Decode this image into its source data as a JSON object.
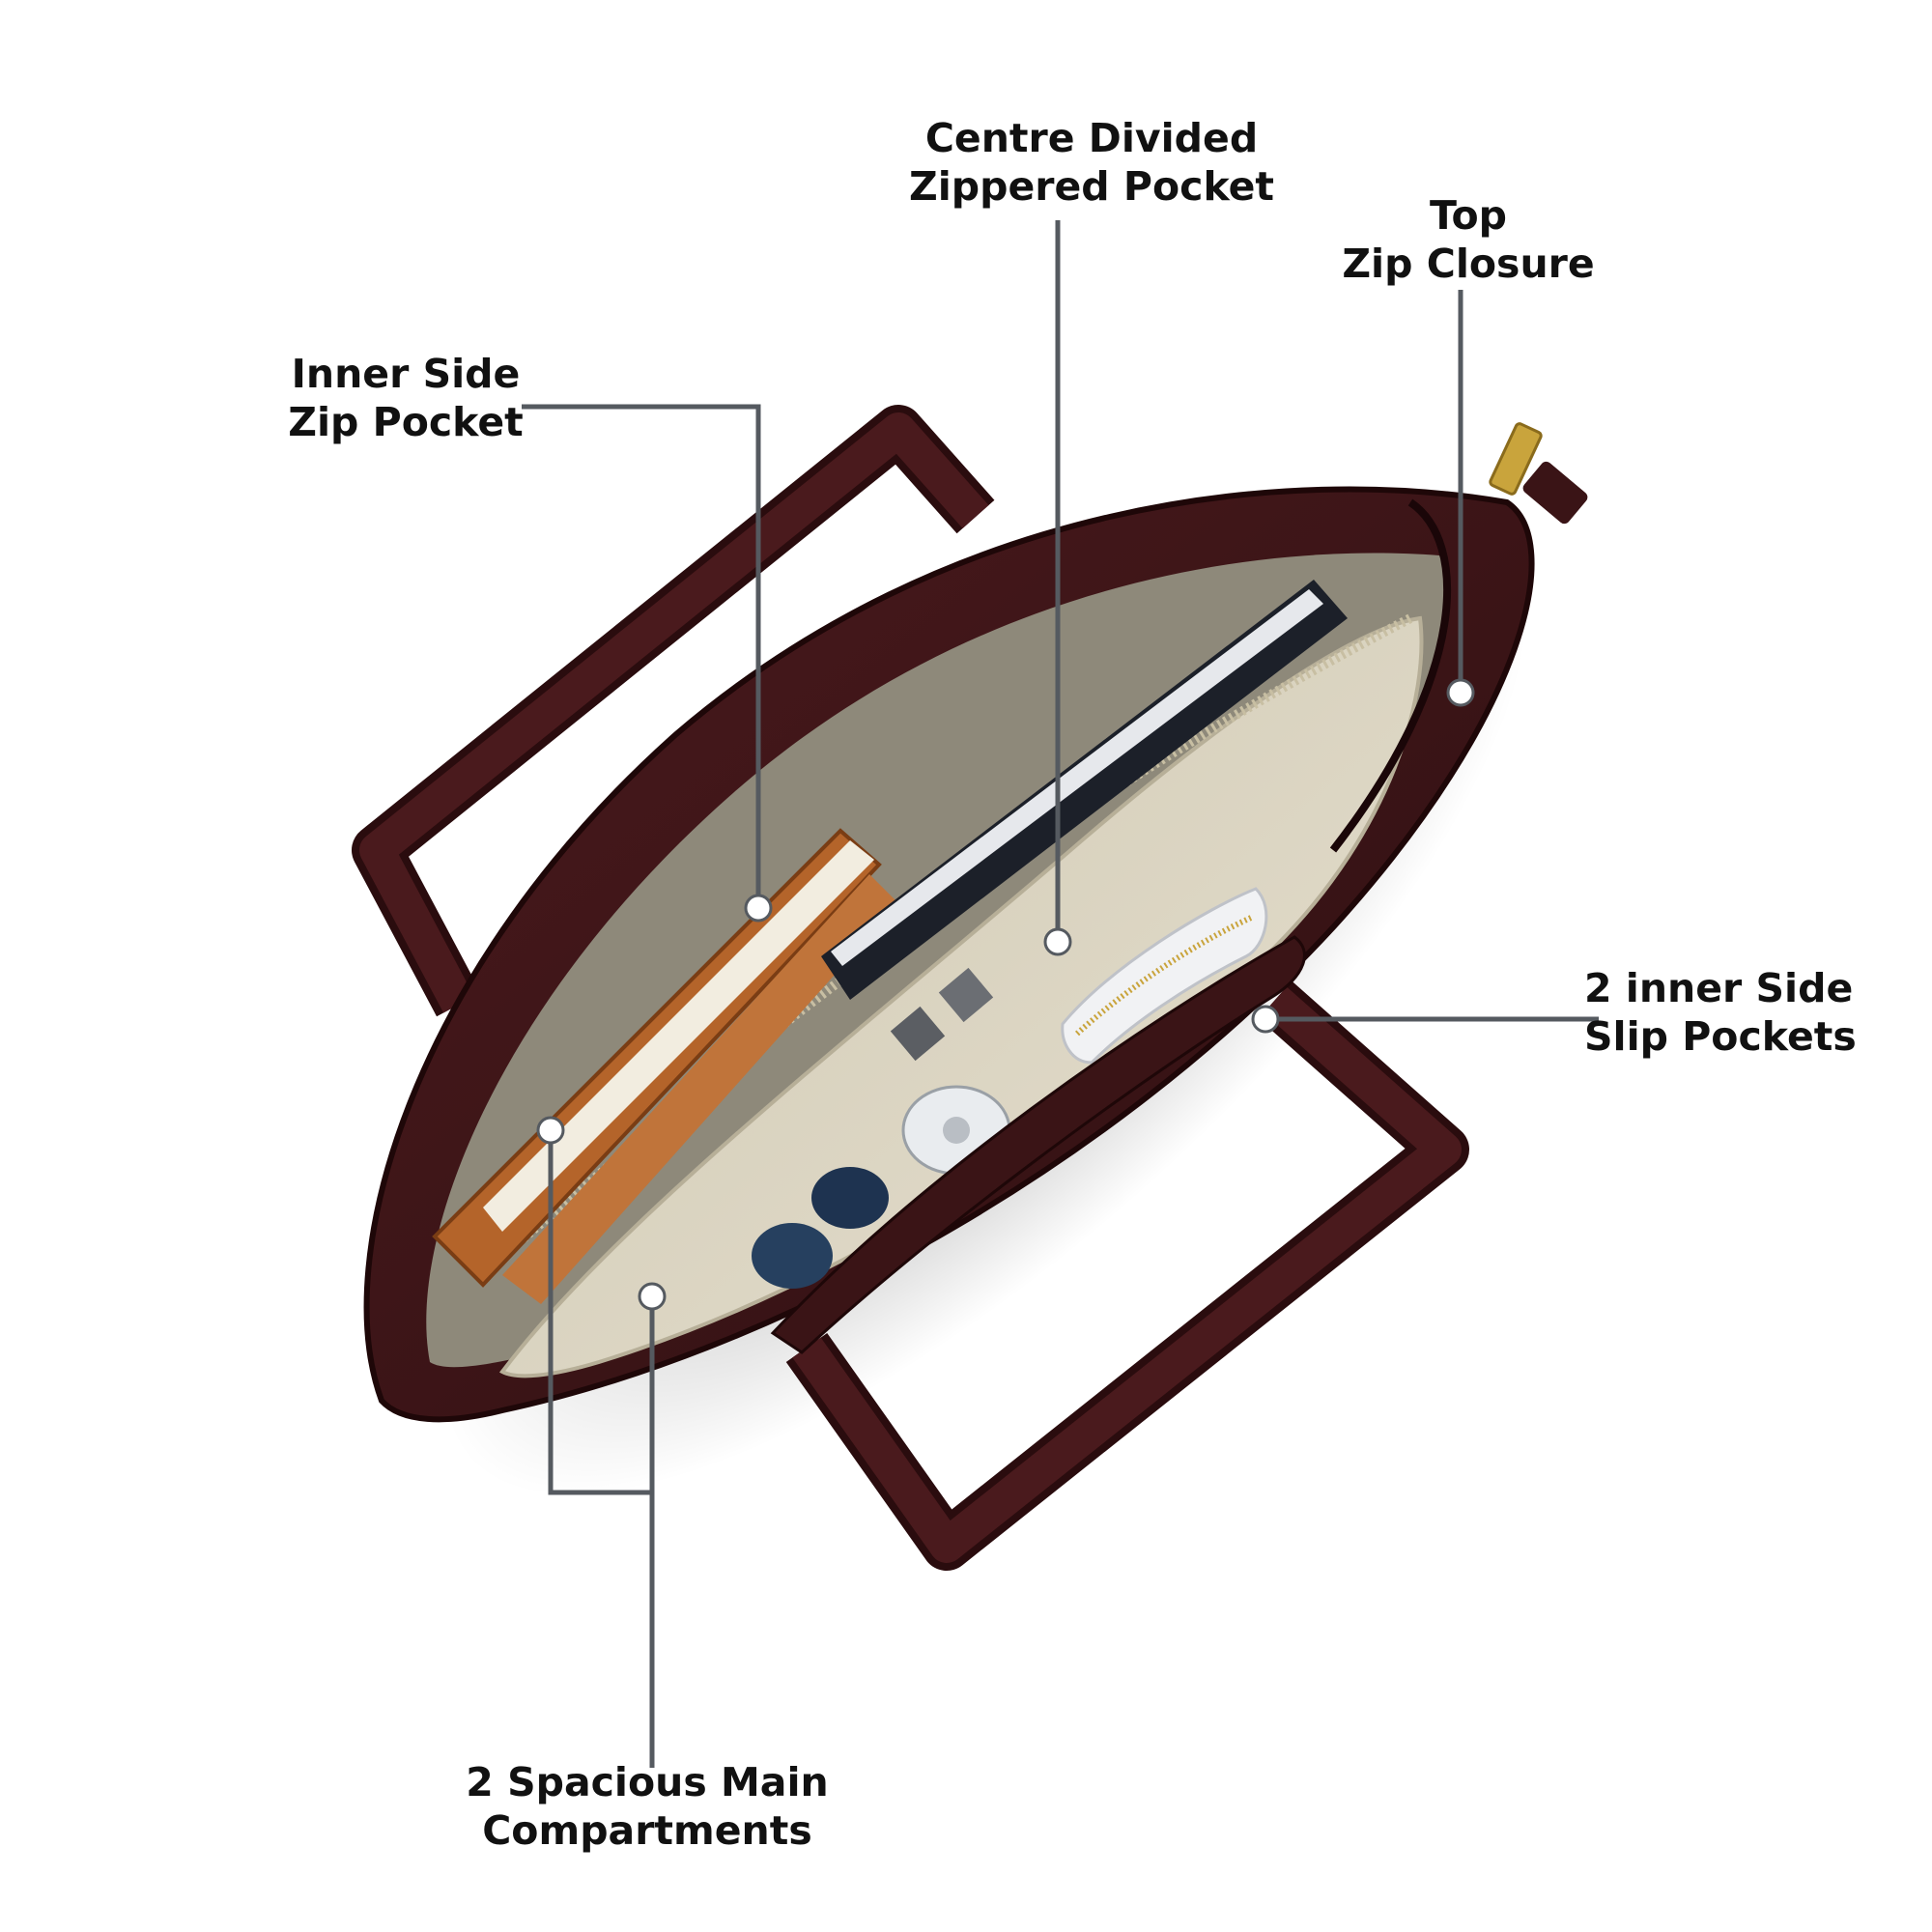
{
  "image": {
    "subject": "handbag-interior",
    "colors": {
      "leather": "#3a1416",
      "leather_dark": "#240a0c",
      "lining": "#d7d0bd",
      "lining_shadow": "#8e897a",
      "leader_line": "#555a60",
      "hardware_gold": "#c9a43c"
    }
  },
  "callouts": {
    "centre_divided": {
      "line1": "Centre Divided",
      "line2": "Zippered Pocket"
    },
    "top_zip": {
      "line1": "Top",
      "line2": "Zip Closure"
    },
    "inner_side_zip": {
      "line1": "Inner Side",
      "line2": "Zip Pocket"
    },
    "slip_pockets": {
      "line1": "2 inner Side",
      "line2": "Slip Pockets"
    },
    "main_compartments": {
      "line1": "2 Spacious Main",
      "line2": "Compartments"
    }
  }
}
